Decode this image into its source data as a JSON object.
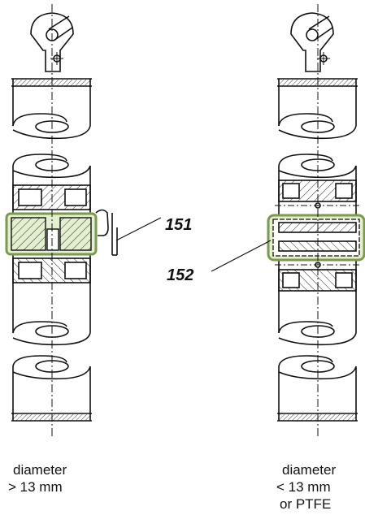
{
  "callouts": {
    "left": "151",
    "right": "152"
  },
  "captions": {
    "left": [
      "diameter",
      "> 13 mm"
    ],
    "right": [
      "diameter",
      "< 13 mm",
      "or PTFE"
    ]
  },
  "colors": {
    "line": "#111111",
    "highlight_stroke": "#7a9a4e",
    "highlight_fill": "#e4efcf"
  }
}
